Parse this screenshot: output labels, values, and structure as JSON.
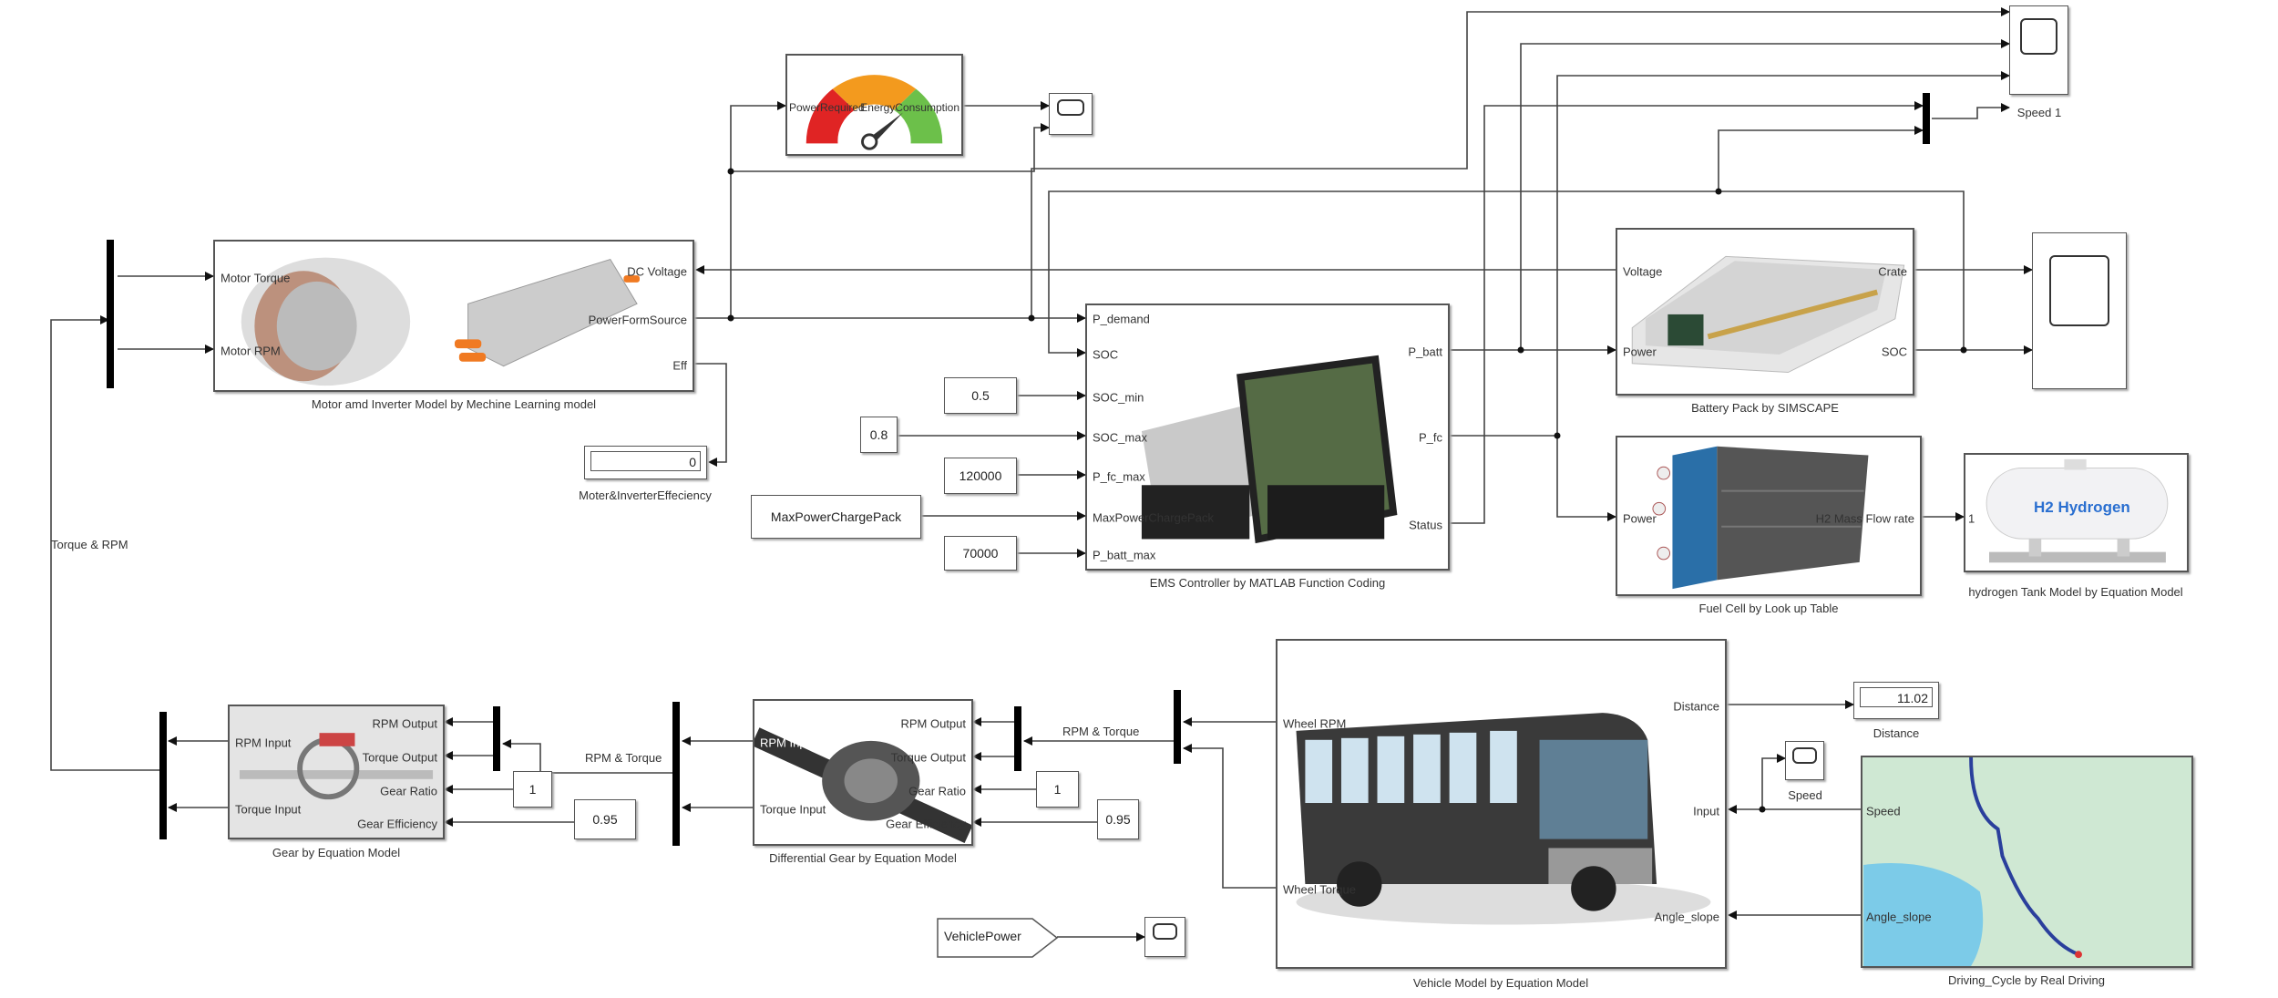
{
  "signals": {
    "torque_rpm": "Torque & RPM",
    "rpm_torque_1": "RPM & Torque",
    "rpm_torque_2": "RPM & Torque"
  },
  "motor": {
    "caption": "Motor amd Inverter Model by Mechine Learning model",
    "inputs": [
      "Motor Torque",
      "Motor RPM",
      "DC Voltage"
    ],
    "outputs": [
      "PowerFormSource",
      "Eff"
    ]
  },
  "efficiency_display": {
    "value": "0",
    "caption": "Moter&InverterEffeciency"
  },
  "gauge": {
    "inputs": [
      "PowerRequired",
      "EnergyConsumption"
    ],
    "colors": [
      "#e02424",
      "#f39a1e",
      "#6cc04a"
    ]
  },
  "ems": {
    "caption": "EMS Controller by MATLAB Function Coding",
    "inputs": [
      "P_demand",
      "SOC",
      "SOC_min",
      "SOC_max",
      "P_fc_max",
      "MaxPowerChargePack",
      "P_batt_max"
    ],
    "outputs": [
      "P_batt",
      "P_fc",
      "Status"
    ]
  },
  "constants": {
    "soc_min": "0.5",
    "soc_max": "0.8",
    "p_fc_max": "120000",
    "max_power_charge": "MaxPowerChargePack",
    "p_batt_max": "70000",
    "gear_ratio": "1",
    "gear_eff": "0.95",
    "diff_ratio": "1",
    "diff_eff": "0.95"
  },
  "speed1": {
    "caption": "Speed 1"
  },
  "battery": {
    "caption": "Battery Pack by SIMSCAPE",
    "inputs": [
      "Voltage",
      "Power"
    ],
    "outputs": [
      "Crate",
      "SOC"
    ]
  },
  "fuelcell": {
    "caption": "Fuel Cell by Look up Table",
    "inputs": [
      "Power"
    ],
    "outputs": [
      "H2 Mass Flow rate"
    ]
  },
  "tank": {
    "caption": "hydrogen Tank Model by Equation Model",
    "port": "1",
    "logo": "H2 Hydrogen"
  },
  "gear": {
    "caption": "Gear by Equation Model",
    "left": [
      "RPM Input",
      "Torque Input"
    ],
    "right": [
      "RPM Output",
      "Torque Output",
      "Gear Ratio",
      "Gear Efficiency"
    ]
  },
  "diff": {
    "caption": "Differential Gear by Equation Model",
    "left": [
      "RPM Input",
      "Torque Input"
    ],
    "right": [
      "RPM Output",
      "Torque Output",
      "Gear Ratio",
      "Gear Efficiency"
    ]
  },
  "vehicle": {
    "caption": "Vehicle Model by Equation Model",
    "left": [
      "Wheel RPM",
      "Wheel Torque"
    ],
    "right": [
      "Distance",
      "Input",
      "Angle_slope"
    ]
  },
  "distance_display": {
    "value": "11.02",
    "caption": "Distance"
  },
  "speed_scope": {
    "caption": "Speed"
  },
  "driving_cycle": {
    "caption": "Driving_Cycle by Real Driving",
    "outputs": [
      "Speed",
      "Angle_slope"
    ]
  },
  "goto": {
    "label": "VehiclePower"
  }
}
